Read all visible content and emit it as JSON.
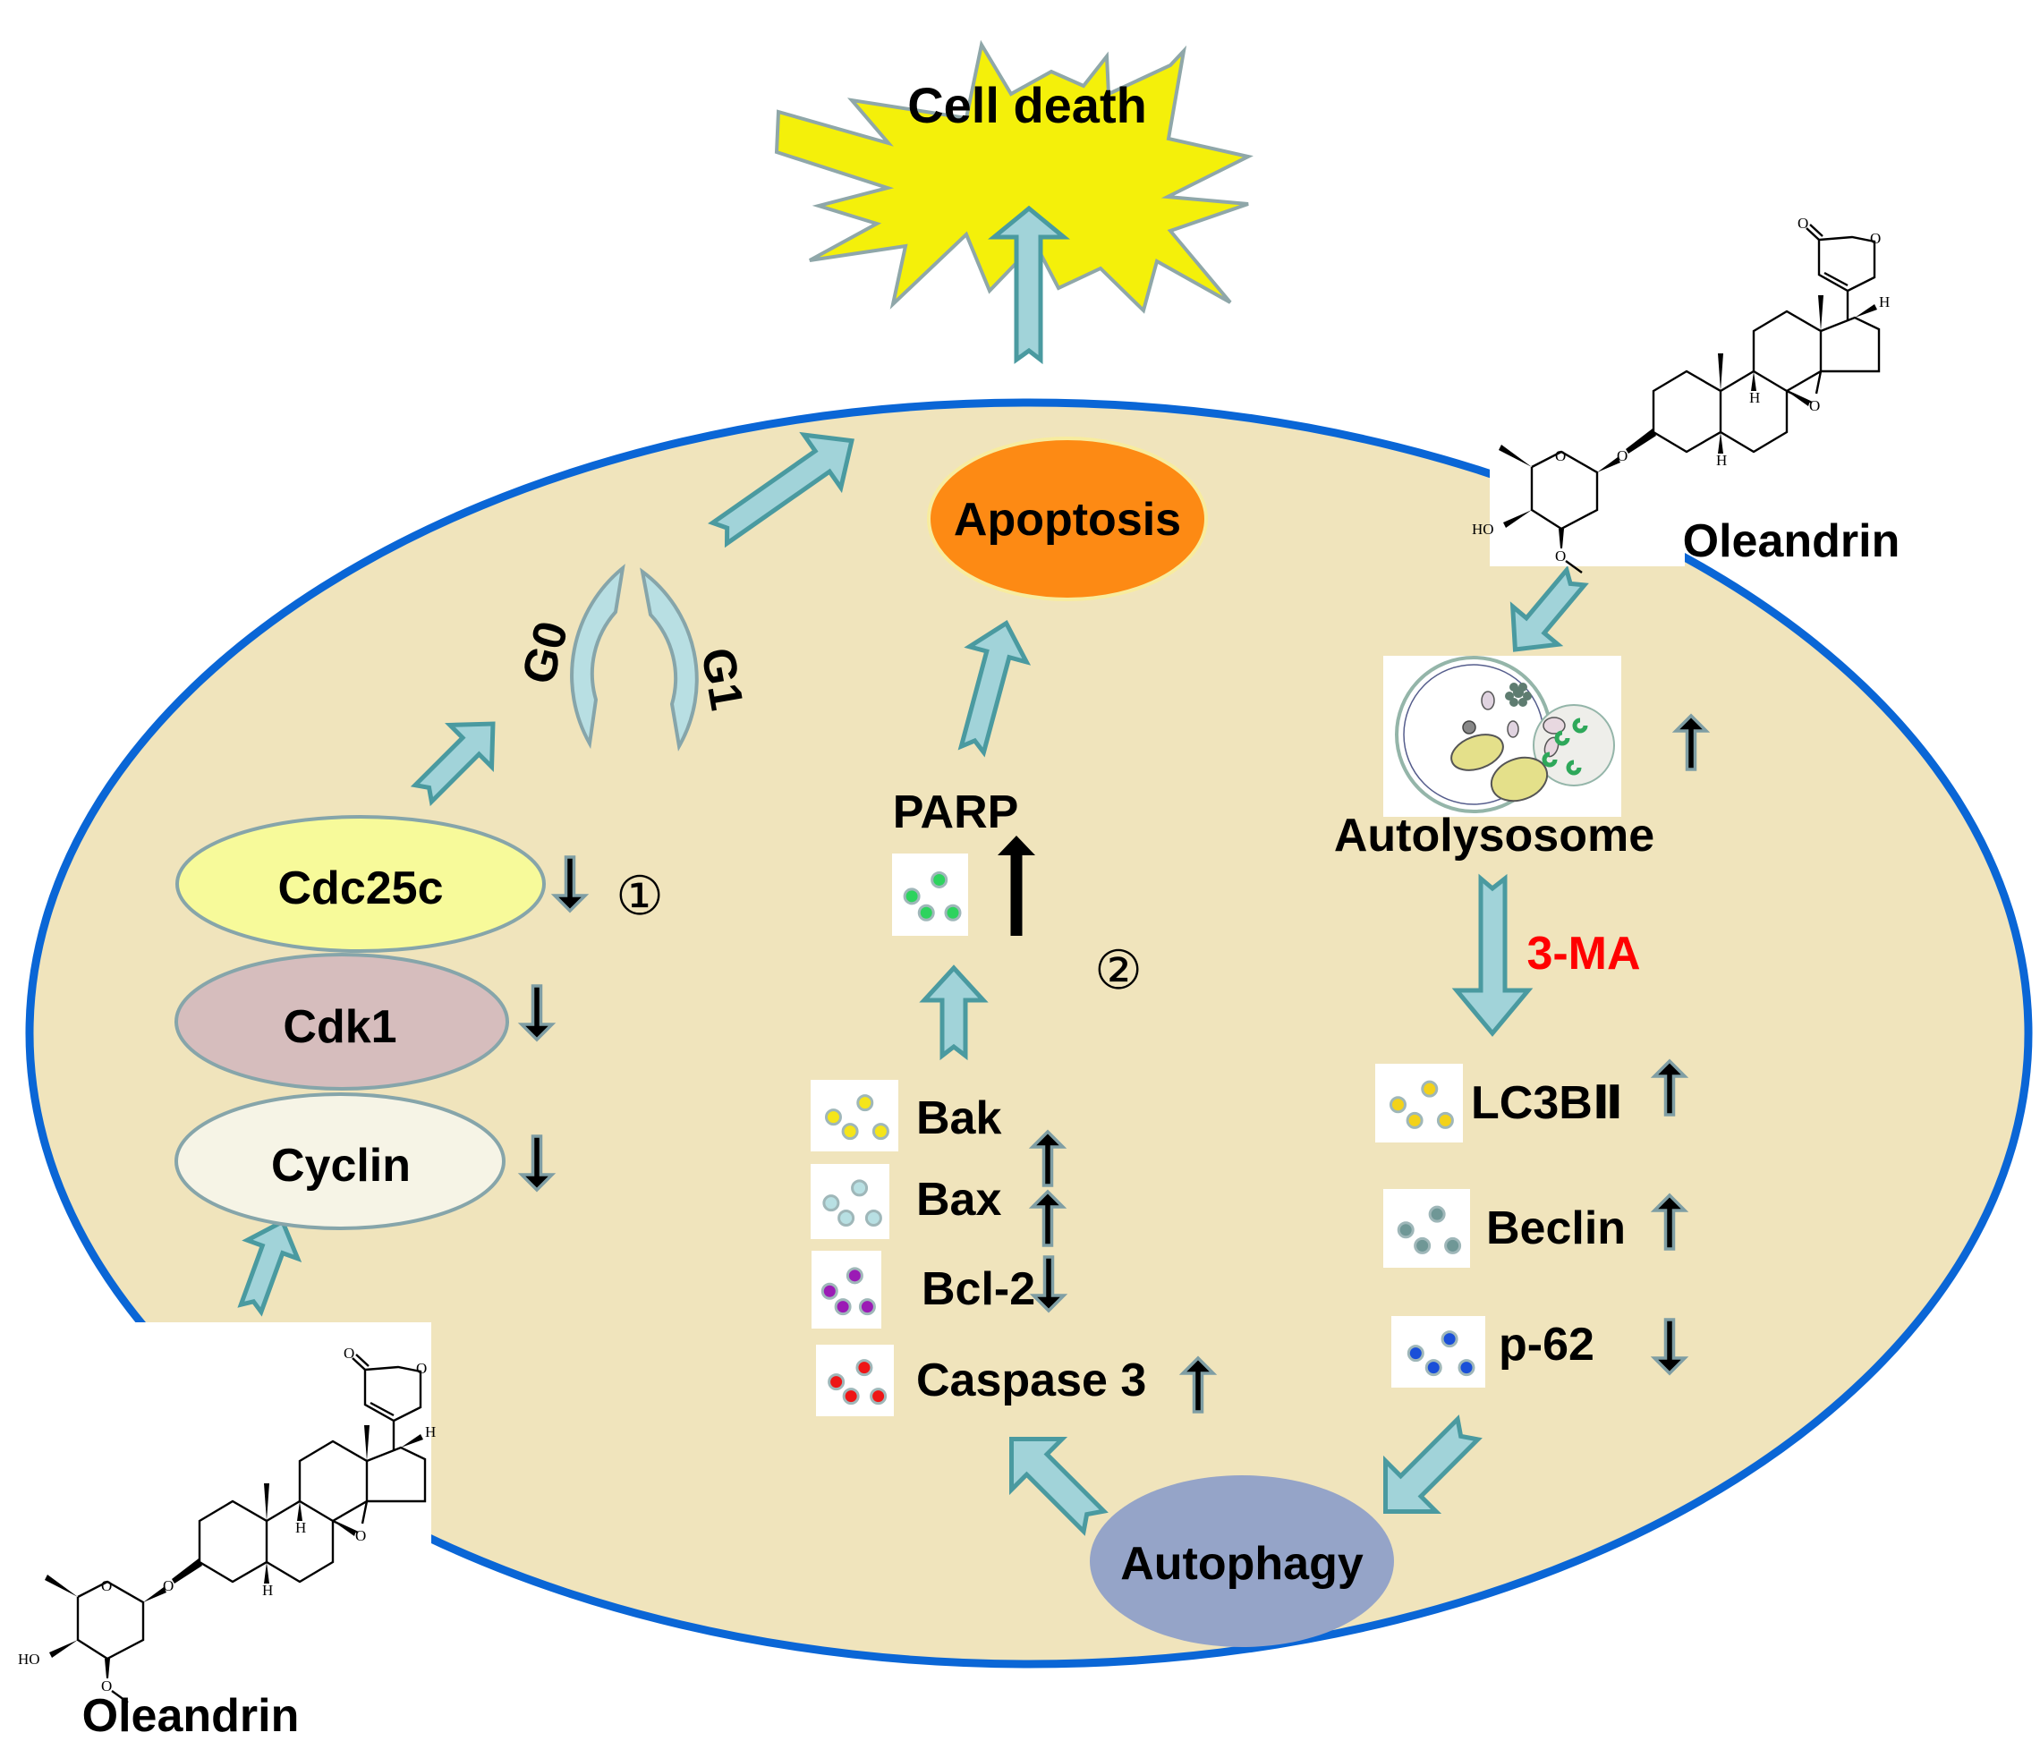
{
  "title": "Oleandrin mechanism: cell cycle arrest, apoptosis and autophagy",
  "colors": {
    "background": "#ffffff",
    "cell_fill": "#f0e4bc",
    "cell_border": "#0a66d6",
    "cell_death_fill": "#f4f00a",
    "apoptosis_fill": "#fd8a14",
    "autophagy_fill": "#95a4c8",
    "cdc25c_fill": "#f7fa9a",
    "cdk1_fill": "#d6bdbd",
    "cyclin_fill": "#f6f4e6",
    "cycle_fill": "#b8dfe3",
    "arrow_fill": "#a1d3d9",
    "inhibitor_text": "#ff0000"
  },
  "outcome": {
    "label": "Cell death"
  },
  "compounds": [
    {
      "id": "oleandrin-top-right",
      "label": "Oleandrin"
    },
    {
      "id": "oleandrin-bottom-left",
      "label": "Oleandrin"
    }
  ],
  "chem_atoms": {
    "oxygen": "O",
    "hydrogen": "H",
    "hydroxyl": "HO"
  },
  "pathway_1": {
    "marker": "①",
    "cycle_phases": [
      "G0",
      "G1"
    ],
    "proteins": [
      {
        "label": "Cdc25c",
        "regulation": "down"
      },
      {
        "label": "Cdk1",
        "regulation": "down"
      },
      {
        "label": "Cyclin",
        "regulation": "down"
      }
    ]
  },
  "pathway_2": {
    "marker": "②",
    "result": "Apoptosis",
    "parp": {
      "label": "PARP",
      "regulation": "up",
      "dot_color": "#2dd35e"
    },
    "proteins": [
      {
        "label": "Bak",
        "regulation": "up",
        "dot_color": "#f5e51a"
      },
      {
        "label": "Bax",
        "regulation": "up",
        "dot_color": "#b8e0e3"
      },
      {
        "label": "Bcl-2",
        "regulation": "down",
        "dot_color": "#9b1bb5"
      },
      {
        "label": "Caspase 3",
        "regulation": "up",
        "dot_color": "#ee1616"
      }
    ]
  },
  "autophagy_path": {
    "organelle": {
      "label": "Autolysosome",
      "regulation": "up"
    },
    "inhibitor": "3-MA",
    "result": "Autophagy",
    "proteins": [
      {
        "label": "LC3BⅡ",
        "regulation": "up",
        "dot_color": "#f3d21a"
      },
      {
        "label": "Beclin",
        "regulation": "up",
        "dot_color": "#6f9796"
      },
      {
        "label": "p-62",
        "regulation": "down",
        "dot_color": "#1a4fd8"
      }
    ]
  }
}
